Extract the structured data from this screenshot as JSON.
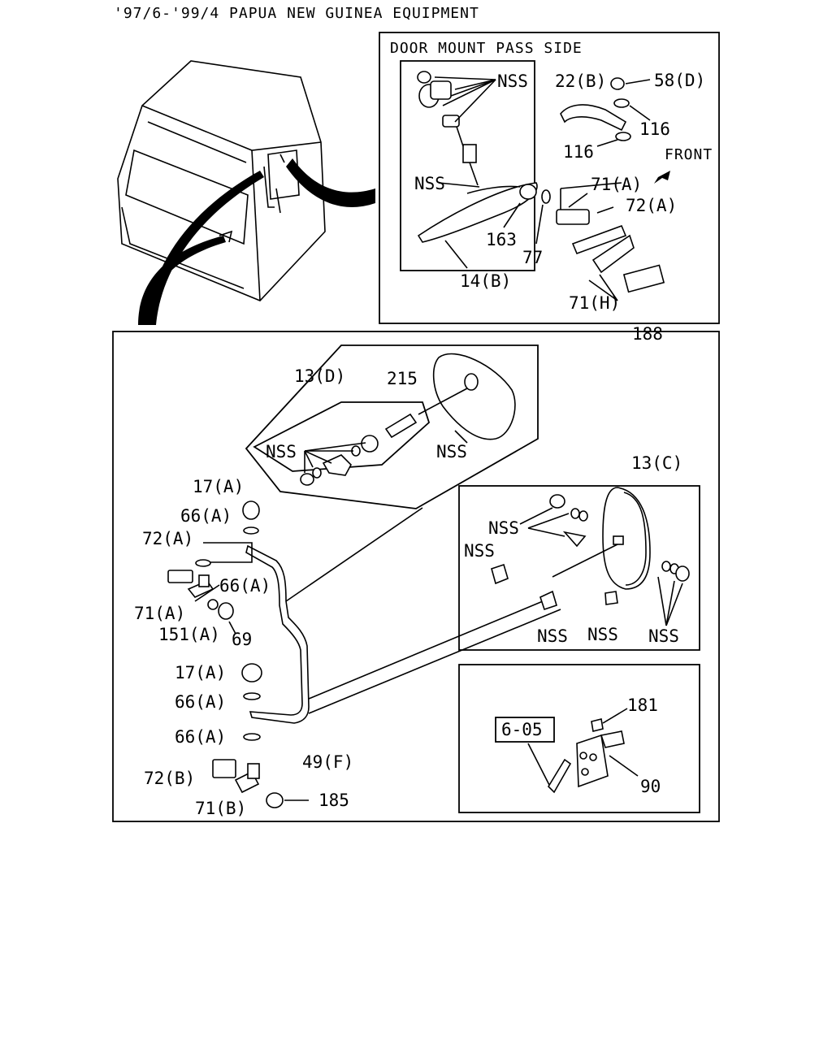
{
  "title": "'97/6-'99/4 PAPUA NEW GUINEA EQUIPMENT",
  "inset_top": {
    "heading": "DOOR MOUNT PASS SIDE",
    "labels": {
      "nss_a": "NSS",
      "nss_b": "NSS",
      "p22b": "22(B)",
      "p58d": "58(D)",
      "p116a": "116",
      "p116b": "116",
      "front": "FRONT",
      "p71a": "71(A)",
      "p72a": "72(A)",
      "p163": "163",
      "p77": "77",
      "p14b": "14(B)",
      "p71h": "71(H)",
      "p188": "188"
    }
  },
  "main": {
    "labels": {
      "p13d": "13(D)",
      "p215": "215",
      "nss_1": "NSS",
      "nss_2": "NSS",
      "p17a_1": "17(A)",
      "p66a_1": "66(A)",
      "p72a": "72(A)",
      "p66a_2": "66(A)",
      "p71a": "71(A)",
      "p151a": "151(A)",
      "p69": "69",
      "p17a_2": "17(A)",
      "p66a_3": "66(A)",
      "p66a_4": "66(A)",
      "p49f": "49(F)",
      "p72b": "72(B)",
      "p71b": "71(B)",
      "p185": "185",
      "p13c": "13(C)",
      "nss_3": "NSS",
      "nss_4": "NSS",
      "nss_5": "NSS",
      "nss_6": "NSS",
      "nss_7": "NSS",
      "ref_605": "6-05",
      "p181": "181",
      "p90": "90"
    }
  }
}
